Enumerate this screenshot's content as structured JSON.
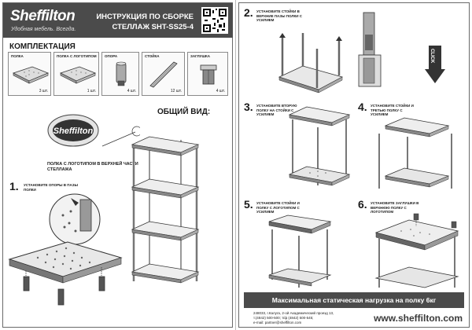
{
  "header": {
    "logo": "Sheffilton",
    "tagline": "Удобная мебель. Всегда.",
    "title_line1": "ИНСТРУКЦИЯ ПО СБОРКЕ",
    "title_line2": "СТЕЛЛАЖ SHT-SS25-4"
  },
  "kit": {
    "heading": "КОМПЛЕКТАЦИЯ",
    "items": [
      {
        "name": "ПОЛКА",
        "qty": "3 шт."
      },
      {
        "name": "ПОЛКА С ЛОГОТИПОМ",
        "qty": "1 шт."
      },
      {
        "name": "ОПОРА",
        "qty": "4 шт."
      },
      {
        "name": "СТОЙКА",
        "qty": "12 шт."
      },
      {
        "name": "ЗАГЛУШКА",
        "qty": "4 шт."
      }
    ]
  },
  "overview": {
    "heading": "ОБЩИЙ ВИД:",
    "logo_caption": "ПОЛКА С ЛОГОТИПОМ В ВЕРХНЕЙ ЧАСТИ СТЕЛЛАЖА"
  },
  "steps": [
    {
      "num": "1.",
      "text": "УСТАНОВИТЕ ОПОРЫ В ПАЗЫ ПОЛКИ"
    },
    {
      "num": "2.",
      "text": "УСТАНОВИТЕ СТОЙКИ В ВЕРХНИЕ ПАЗЫ ПОЛКИ С УСИЛИЕМ"
    },
    {
      "num": "3.",
      "text": "УСТАНОВИТЕ ВТОРУЮ ПОЛКУ НА СТОЙКИ С УСИЛИЕМ"
    },
    {
      "num": "4.",
      "text": "УСТАНОВИТЕ СТОЙКИ И ТРЕТЬЮ ПОЛКУ С УСИЛИЕМ"
    },
    {
      "num": "5.",
      "text": "УСТАНОВИТЕ СТОЙКИ И ПОЛКУ С ЛОГОТИПОМ С УСИЛИЕМ"
    },
    {
      "num": "6.",
      "text": "УСТАНОВИТЕ ЗАГЛУШКИ В ВЕРХНЮЮ ПОЛКУ С ЛОГОТИПОМ"
    }
  ],
  "arrow_label": "CLICK",
  "footer": {
    "max_load": "Максимальная статическая нагрузка на полку 6кг",
    "address": "248033, г.Калуга, 2-ой Академический проезд 13,",
    "phone": "т.(4842) 500-500; т/ф (4842) 500-545;",
    "email": "e-mail: partner@sheffilton.com",
    "website": "www.sheffilton.com"
  }
}
